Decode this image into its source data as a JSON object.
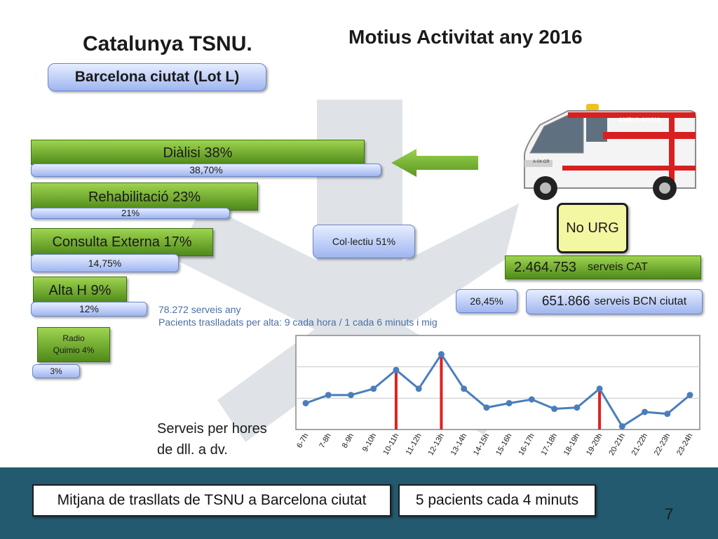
{
  "header": {
    "title_left": "Catalunya TSNU.",
    "title_right": "Motius Activitat any 2016",
    "lot_label": "Barcelona ciutat (Lot L)"
  },
  "motius": [
    {
      "label": "Diàlisi 38%",
      "sub": "38,70%"
    },
    {
      "label": "Rehabilitació 23%",
      "sub": "21%"
    },
    {
      "label": "Consulta Externa 17%",
      "sub": "14,75%"
    },
    {
      "label": "Alta H 9%",
      "sub": "12%"
    },
    {
      "label_line1": "Radio",
      "label_line2": "Quimio 4%",
      "sub": "3%"
    }
  ],
  "collectiu": "Col·lectiu 51%",
  "no_urg": "No URG",
  "serveis_cat": {
    "value": "2.464.753",
    "label": "serveis CAT"
  },
  "serveis_bcn": {
    "value": "651.866",
    "label": "serveis BCN ciutat"
  },
  "percent_bcn": "26,45%",
  "ambulance_text": "AMBULANCIA",
  "ambulance_plate": "A-04-GR",
  "notes": {
    "line1": "78.272 serveis any",
    "line2": "Pacients traslladats per alta: 9 cada hora / 1 cada 6 minuts i mig"
  },
  "chart_caption": {
    "line1": "Serveis per hores",
    "line2": "de dll. a dv."
  },
  "chart_data": {
    "type": "line",
    "categories": [
      "6-7h",
      "7-8h",
      "8-9h",
      "9-10h",
      "10-11h",
      "11-12h",
      "12-13h",
      "13-14h",
      "14-15h",
      "15-16h",
      "16-17h",
      "17-18h",
      "18-19h",
      "19-20h",
      "20-21h",
      "21-22h",
      "22-23h",
      "23-24h"
    ],
    "values": [
      4.2,
      5.5,
      5.5,
      6.5,
      9.5,
      6.5,
      12.0,
      6.5,
      3.5,
      4.2,
      4.8,
      3.3,
      3.5,
      6.5,
      0.5,
      2.8,
      2.5,
      5.5
    ],
    "highlight": [
      "10-11h",
      "12-13h",
      "19-20h"
    ],
    "ylim": [
      0,
      15
    ],
    "grid": true,
    "line_color": "#4a7ebb",
    "highlight_color": "#e02020"
  },
  "footer": {
    "left_box": "Mitjana de trasllats de TSNU a Barcelona ciutat",
    "right_box": "5 pacients cada 4 minuts",
    "page_number": "7"
  }
}
